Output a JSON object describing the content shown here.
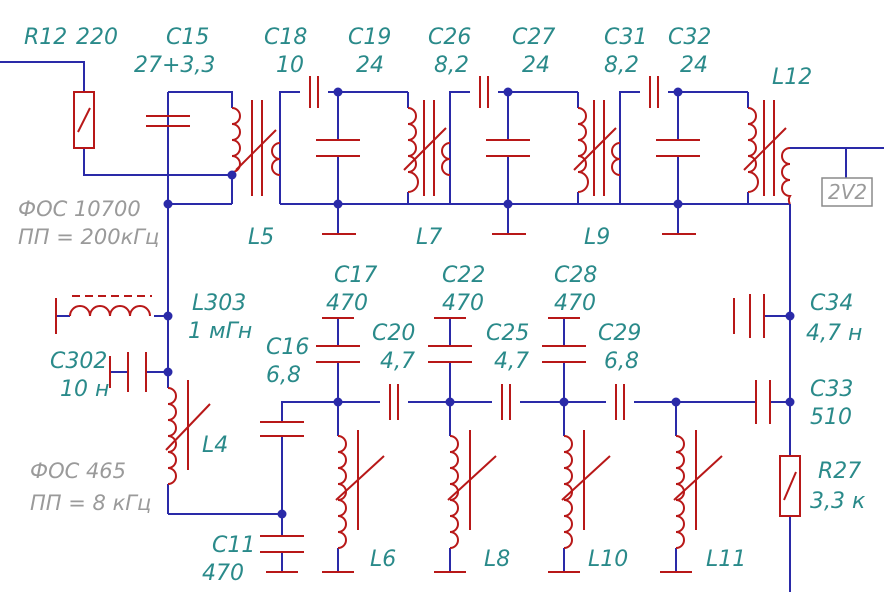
{
  "labels": {
    "R12": "R12",
    "R12_val": "220",
    "C15": "C15",
    "C15_val": "27+3,3",
    "C18": "C18",
    "C18_val": "10",
    "C19": "C19",
    "C19_val": "24",
    "C26": "C26",
    "C26_val": "8,2",
    "C27": "C27",
    "C27_val": "24",
    "C31": "C31",
    "C31_val": "8,2",
    "C32": "C32",
    "C32_val": "24",
    "L12": "L12",
    "V2": "2V2",
    "L5": "L5",
    "L7": "L7",
    "L9": "L9",
    "FOS1_a": "ФОС 10700",
    "FOS1_b": "ПП = 200кГц",
    "L303": "L303",
    "L303_val": "1 мГн",
    "C302": "C302",
    "C302_val": "10 н",
    "C17": "C17",
    "C17_val": "470",
    "C22": "C22",
    "C22_val": "470",
    "C28": "C28",
    "C28_val": "470",
    "C16": "C16",
    "C16_val": "6,8",
    "C20": "C20",
    "C20_val": "4,7",
    "C25": "C25",
    "C25_val": "4,7",
    "C29": "C29",
    "C29_val": "6,8",
    "C34": "C34",
    "C34_val": "4,7 н",
    "C33": "C33",
    "C33_val": "510",
    "L4": "L4",
    "FOS2_a": "ФОС 465",
    "FOS2_b": "ПП = 8 кГц",
    "R27": "R27",
    "R27_val": "3,3 к",
    "C11": "C11",
    "C11_val": "470",
    "L6": "L6",
    "L8": "L8",
    "L10": "L10",
    "L11": "L11"
  },
  "colors": {
    "wire": "#2a2aa8",
    "part": "#b81818",
    "label": "#2a8a8a",
    "note": "#9a9a9a"
  }
}
